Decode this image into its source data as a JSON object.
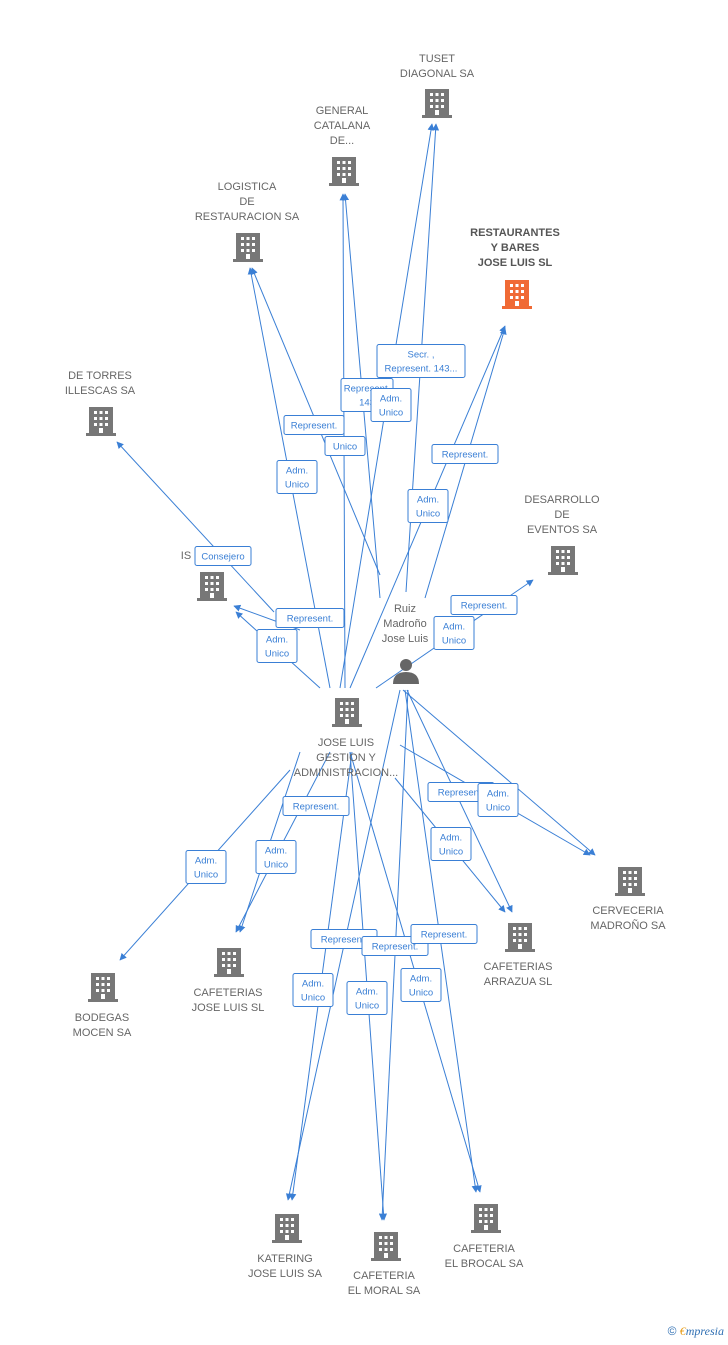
{
  "colors": {
    "edge": "#3a7fd5",
    "building": "#777777",
    "highlight": "#f06a35",
    "text": "#666666"
  },
  "person": {
    "label": [
      "Ruiz",
      "Madroño",
      "Jose Luis"
    ],
    "icon": "person-icon"
  },
  "hub": {
    "label": [
      "JOSE LUIS",
      "GESTION Y",
      "ADMINISTRACION..."
    ]
  },
  "companies": [
    {
      "id": "tuset",
      "label": [
        "TUSET",
        "DIAGONAL SA"
      ]
    },
    {
      "id": "general",
      "label": [
        "GENERAL",
        "CATALANA",
        "DE..."
      ]
    },
    {
      "id": "logistica",
      "label": [
        "LOGISTICA",
        "DE",
        "RESTAURACION SA"
      ]
    },
    {
      "id": "restaurantes",
      "label": [
        "RESTAURANTES",
        "Y BARES",
        "JOSE LUIS SL"
      ],
      "highlight": true
    },
    {
      "id": "torres",
      "label": [
        "DE TORRES",
        "ILLESCAS SA"
      ]
    },
    {
      "id": "isi",
      "label": [
        "IS"
      ]
    },
    {
      "id": "desarrollo",
      "label": [
        "DESARROLLO",
        "DE",
        "EVENTOS SA"
      ]
    },
    {
      "id": "cerveceria",
      "label": [
        "CERVECERIA",
        "MADROÑO SA"
      ]
    },
    {
      "id": "bodegas",
      "label": [
        "BODEGAS",
        "MOCEN SA"
      ]
    },
    {
      "id": "cafjl",
      "label": [
        "CAFETERIAS",
        "JOSE LUIS  SL"
      ]
    },
    {
      "id": "arrazua",
      "label": [
        "CAFETERIAS",
        "ARRAZUA  SL"
      ]
    },
    {
      "id": "katering",
      "label": [
        "KATERING",
        "JOSE LUIS SA"
      ]
    },
    {
      "id": "moral",
      "label": [
        "CAFETERIA",
        "EL MORAL SA"
      ]
    },
    {
      "id": "brocal",
      "label": [
        "CAFETERIA",
        "EL BROCAL SA"
      ]
    }
  ],
  "edge_labels": [
    [
      "Secr. ,",
      "Represent. 143..."
    ],
    [
      "Represent.",
      "143"
    ],
    [
      "Adm.",
      "Unico"
    ],
    [
      "Represent."
    ],
    [
      "Unico"
    ],
    [
      "Adm.",
      "Unico"
    ],
    [
      "Represent."
    ],
    [
      "Adm.",
      "Unico"
    ],
    [
      "Consejero"
    ],
    [
      "Represent."
    ],
    [
      "Adm.",
      "Unico"
    ],
    [
      "Represent."
    ],
    [
      "Adm.",
      "Unico"
    ],
    [
      "Represent."
    ],
    [
      "Adm.",
      "Unico"
    ],
    [
      "Adm.",
      "Unico"
    ],
    [
      "Represent."
    ],
    [
      "Adm.",
      "Unico"
    ],
    [
      "Adm.",
      "Unico"
    ],
    [
      "Represent."
    ],
    [
      "Represent."
    ],
    [
      "Represent."
    ],
    [
      "Adm.",
      "Unico"
    ],
    [
      "Adm.",
      "Unico"
    ],
    [
      "Adm.",
      "Unico"
    ]
  ],
  "footer": {
    "copyright": "©",
    "brand_first": "€",
    "brand_rest": "mpresia"
  }
}
